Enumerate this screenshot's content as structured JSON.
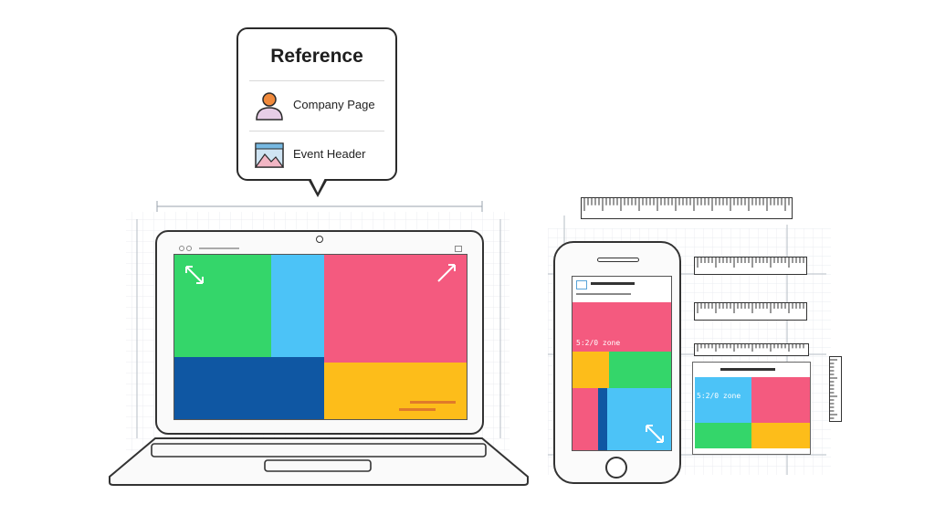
{
  "popover": {
    "title": "Reference",
    "items": [
      {
        "label": "Company Page",
        "icon": "person-icon"
      },
      {
        "label": "Event Header",
        "icon": "image-icon"
      }
    ]
  },
  "phone": {
    "overlay_text": "5:2/0 zone"
  },
  "panel": {
    "overlay_text": "5:2/0 zone"
  },
  "colors": {
    "green": "#34d66a",
    "sky": "#4cc3f7",
    "pink": "#f45a7f",
    "navy": "#0f57a3",
    "yellow": "#fdbd1a",
    "outline": "#2a2a2a"
  }
}
